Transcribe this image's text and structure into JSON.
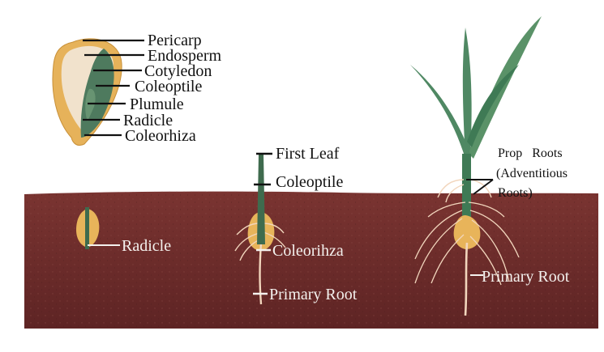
{
  "seed_labels": [
    "Pericarp",
    "Endosperm",
    "Cotyledon",
    "Coleoptile",
    "Plumule",
    "Radicle",
    "Coleorhiza"
  ],
  "stage1": {
    "radicle": "Radicle"
  },
  "stage2": {
    "first_leaf": "First Leaf",
    "coleoptile": "Coleoptile",
    "coleorhiza": "Coleorihza",
    "primary_root": "Primary Root"
  },
  "stage3": {
    "prop_roots_line1": "Prop   Roots",
    "prop_roots_line2": "(Adventitious",
    "prop_roots_line3": "Roots)",
    "primary_root": "Primary Root"
  },
  "colors": {
    "soil": "#6a2a28",
    "seed_yellow": "#e8b45a",
    "seed_cream": "#f1e2cc",
    "embryo_green": "#4e7a5e",
    "leaf_green": "#4f8863",
    "root": "#f2d6bd"
  }
}
